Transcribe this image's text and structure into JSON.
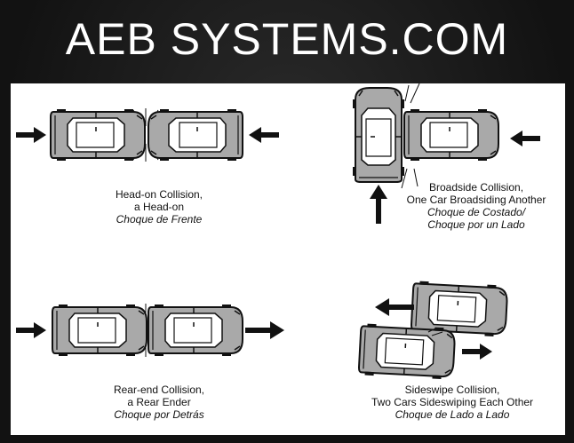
{
  "site_title": "AEB SYSTEMS.COM",
  "diagrams": [
    {
      "id": "head-on",
      "lines": [
        "Head-on Collision,",
        "a Head-on"
      ],
      "spanish": [
        "Choque de Frente"
      ]
    },
    {
      "id": "broadside",
      "lines": [
        "Broadside Collision,",
        "One Car Broadsiding Another"
      ],
      "spanish": [
        "Choque de Costado/",
        "Choque por un Lado"
      ]
    },
    {
      "id": "rear-end",
      "lines": [
        "Rear-end Collision,",
        "a Rear Ender"
      ],
      "spanish": [
        "Choque por Detrás"
      ]
    },
    {
      "id": "sideswipe",
      "lines": [
        "Sideswipe Collision,",
        "Two Cars Sideswiping Each Other"
      ],
      "spanish": [
        "Choque de Lado a Lado"
      ]
    }
  ],
  "colors": {
    "background": "#161616",
    "panel": "#ffffff",
    "car": "#a9a9a9",
    "ink": "#111111"
  }
}
